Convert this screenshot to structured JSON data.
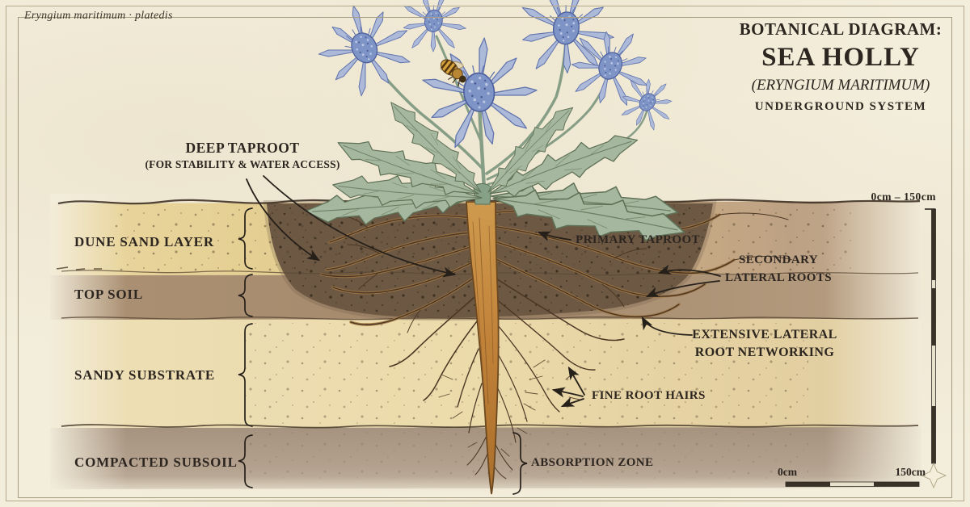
{
  "attribution": "Eryngium maritimum · platedis",
  "title": {
    "kicker": "BOTANICAL DIAGRAM:",
    "name": "SEA HOLLY",
    "latin": "(ERYNGIUM MARITIMUM)",
    "subtitle": "UNDERGROUND SYSTEM"
  },
  "annotations": {
    "deep_taproot_title": "DEEP TAPROOT",
    "deep_taproot_sub": "(FOR STABILITY & WATER ACCESS)",
    "primary_taproot": "PRIMARY TAPROOT",
    "secondary_line1": "SECONDARY",
    "secondary_line2": "LATERAL ROOTS",
    "extensive_line1": "EXTENSIVE LATERAL",
    "extensive_line2": "ROOT NETWORKING",
    "fine_root_hairs": "FINE ROOT HAIRS",
    "absorption_zone": "ABSORPTION ZONE"
  },
  "soil_layers": [
    {
      "label": "DUNE SAND LAYER"
    },
    {
      "label": "TOP SOIL"
    },
    {
      "label": "SANDY SUBSTRATE"
    },
    {
      "label": "COMPACTED SUBSOIL"
    }
  ],
  "scale": {
    "depth_range": "0cm – 150cm",
    "bar_start": "0cm",
    "bar_end": "150cm"
  },
  "colors": {
    "paper": "#f3eddb",
    "ink": "#2d2620",
    "taproot": "#c5873b",
    "lateral_root": "#4a3623",
    "flower_blue": "#7e93c6",
    "bract_blue": "#adb9d8",
    "leaf_green": "#a5b79f",
    "stem_green": "#879e86",
    "dune_sand": "#e6d29b",
    "humus": "#6d5843",
    "top_soil": "#a98e71",
    "sandy_substrate": "#ecdbac",
    "compacted_subsoil": "#b09e8b",
    "bee_gold": "#d7a33d"
  }
}
